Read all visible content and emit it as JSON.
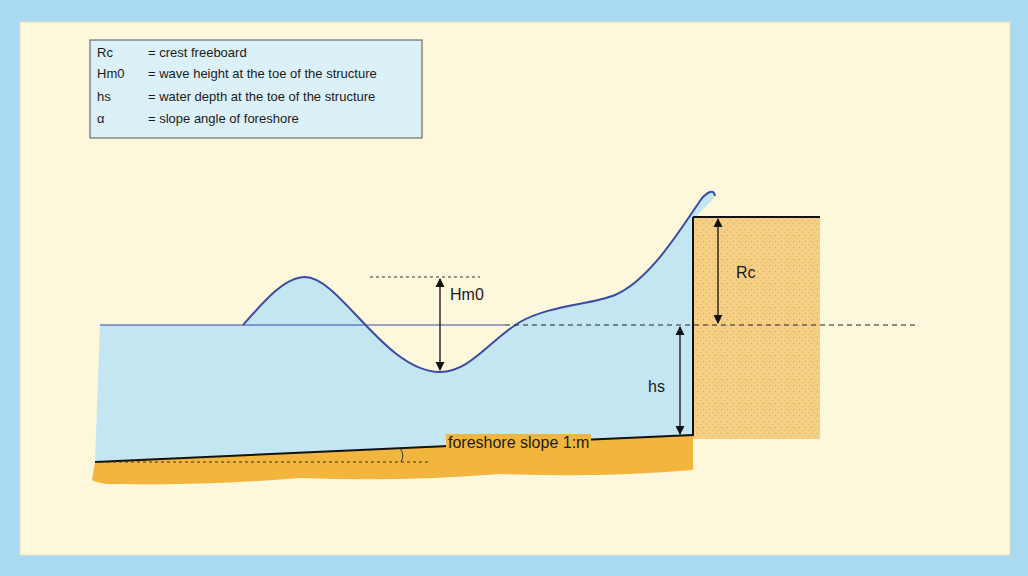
{
  "diagram": {
    "labels": [
      "Rc",
      "= crest freeboard",
      "Hm0",
      "= wave height at the toe of the structure",
      "hs",
      "= water depth at the toe of the structure",
      "α",
      "= slope angle of foreshore",
      "Hm0",
      "Rc",
      "hs",
      "foreshore slope 1:m"
    ]
  }
}
